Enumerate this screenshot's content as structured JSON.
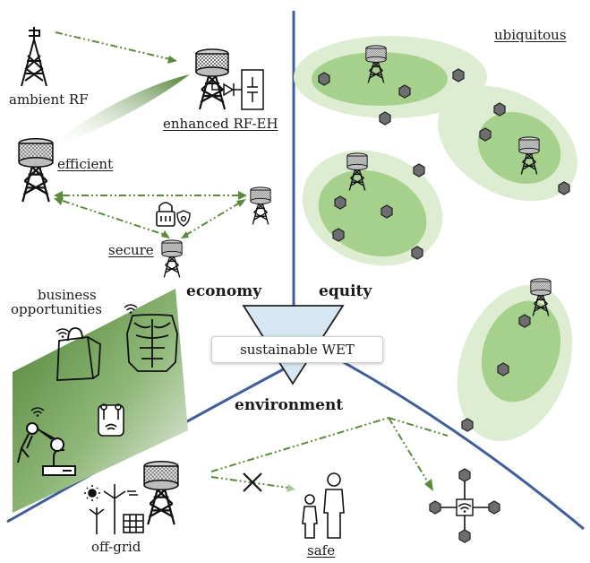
{
  "labels": {
    "ambient_rf": "ambient RF",
    "enhanced_rf_eh": "enhanced RF-EH",
    "efficient": "efficient",
    "secure": "secure",
    "business_line1": "business",
    "business_line2": "opportunities",
    "economy": "economy",
    "equity": "equity",
    "sustainable_wet": "sustainable WET",
    "environment": "environment",
    "off_grid": "off-grid",
    "safe": "safe",
    "ubiquitous": "ubiquitous"
  },
  "colors": {
    "divider": "#3f5e9a",
    "arrow_green": "#5b8a3c",
    "cluster_outer": "#deedd2",
    "cluster_inner": "#9fcf86",
    "business_panel": "#5d8f3e",
    "triangle_fill": "#d6e6f3",
    "device": "#6b6b6b"
  },
  "icons": [
    "antenna-tower-icon",
    "powerbeacon-tower-icon",
    "diode-capacitor-icon",
    "lock-icon",
    "shield-icon",
    "wifi-icon",
    "shopping-bag-icon",
    "body-sensor-icon",
    "earbuds-icon",
    "robot-arm-icon",
    "solar-wind-icon",
    "person-icon",
    "iot-device-icon"
  ]
}
